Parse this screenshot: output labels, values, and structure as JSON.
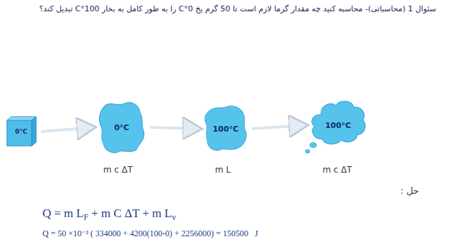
{
  "diagram": {
    "title": "سئوال 1 (محاسباتی)- محاسبه کنید چه مقدار گرما لازم است تا 50 گرم یخ 0°C را به طور کامل به بخار 100°C تبدیل کند؟",
    "nodes": [
      {
        "text": [
          "0°C"
        ]
      },
      {
        "text": [
          "0°C"
        ]
      },
      {
        "text": [
          "100°C"
        ]
      },
      {
        "text": [
          "100°C"
        ]
      }
    ],
    "edges": [
      {
        "from": 0,
        "to": 1,
        "arrow": "to"
      },
      {
        "from": 1,
        "to": 2,
        "arrow": "to"
      },
      {
        "from": 2,
        "to": 3,
        "arrow": "to"
      }
    ],
    "labels": [
      "m c ΔT",
      "m L",
      "m c ΔT",
      "حل :",
      "Q = m L",
      "F",
      " + m C ΔT + m L",
      "v",
      "Q = 50 ×10⁻³ ( 334000 + 4200(100-0) + 2256000) = 150500   J"
    ]
  }
}
